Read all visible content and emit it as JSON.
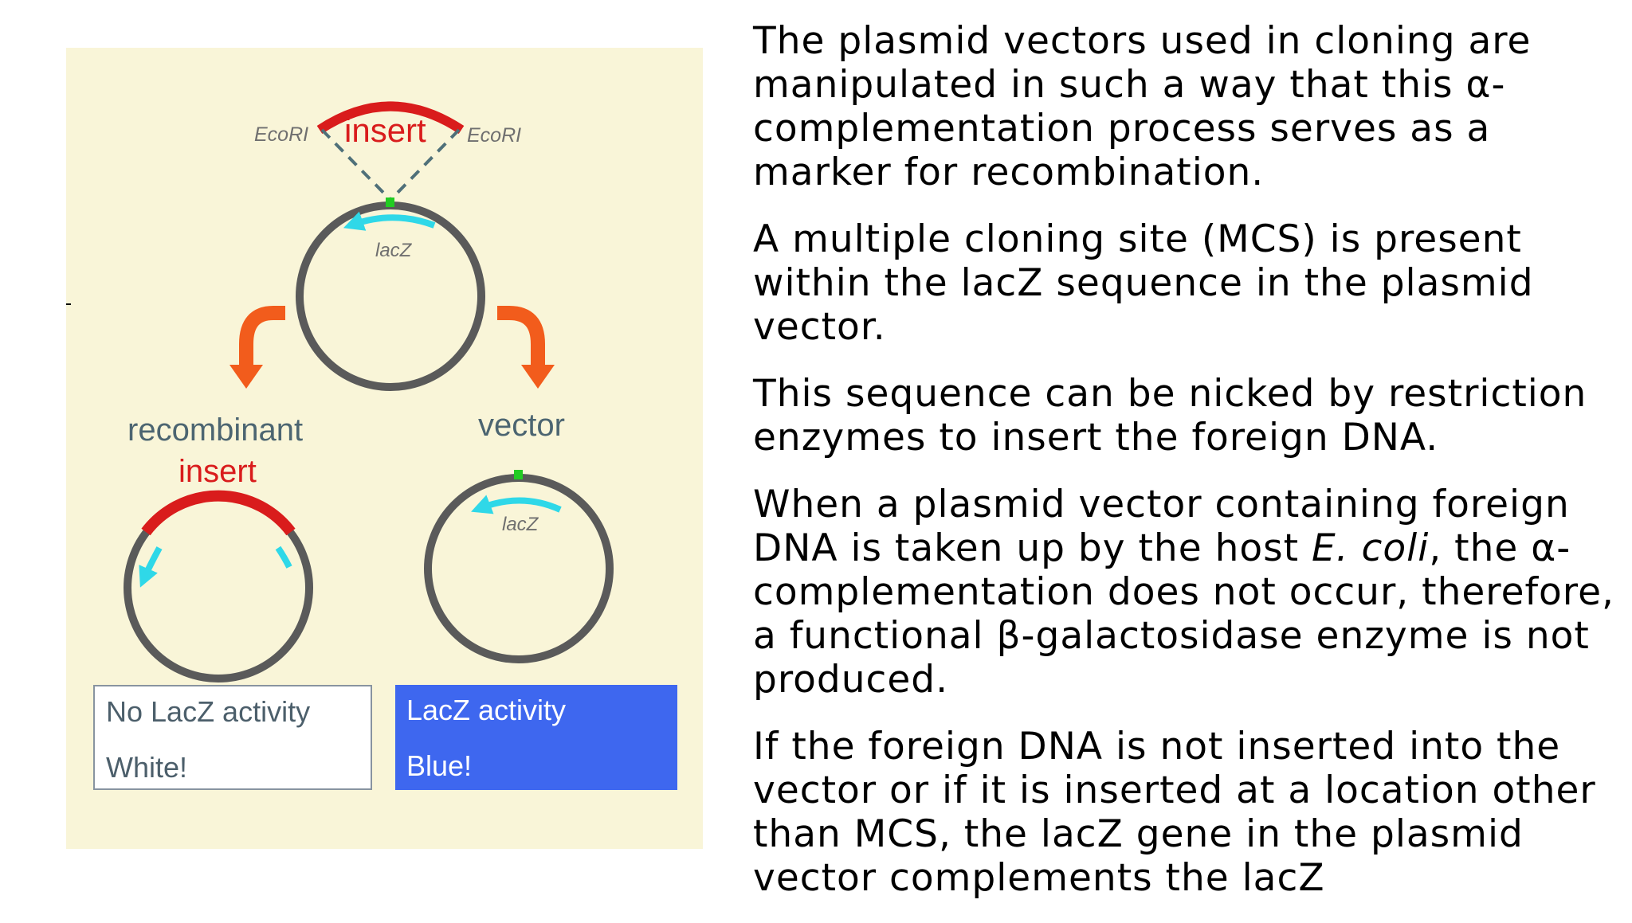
{
  "diagram": {
    "labels": {
      "ecori_left": "EcoRI",
      "insert_top": "insert",
      "ecori_right": "EcoRI",
      "lacz_top": "lacZ",
      "recombinant": "recombinant",
      "insert_recombinant": "insert",
      "vector": "vector",
      "lacz_vector": "lacZ"
    },
    "boxes": {
      "no_activity": {
        "line1": "No LacZ activity",
        "line2": "White!"
      },
      "activity": {
        "line1": "LacZ activity",
        "line2": "Blue!"
      }
    },
    "colors": {
      "background": "#f9f5d8",
      "insert": "#d91c1c",
      "lacz": "#2fd8e8",
      "plasmid": "#5a5a5a",
      "arrow": "#f25c1c",
      "site_marker": "#22cc22",
      "blue_box": "#3e67ef"
    }
  },
  "text": {
    "p1": "The plasmid vectors used in cloning are manipulated in such a way that this α-complementation process serves as a marker for recombination.",
    "p2": "A multiple cloning site (MCS) is present within the lacZ sequence in the plasmid vector.",
    "p3": "This sequence can be nicked by restriction enzymes to insert the foreign DNA.",
    "p4_before": "When a plasmid vector containing foreign DNA is taken up by the host ",
    "p4_italic": "E. coli",
    "p4_after": ", the α-complementation does not occur, therefore, a functional β-galactosidase enzyme is not produced.",
    "p5": "If the foreign DNA is not inserted into the vector or if it is inserted at a location other than MCS, the lacZ gene in the plasmid vector complements the lacZ"
  }
}
